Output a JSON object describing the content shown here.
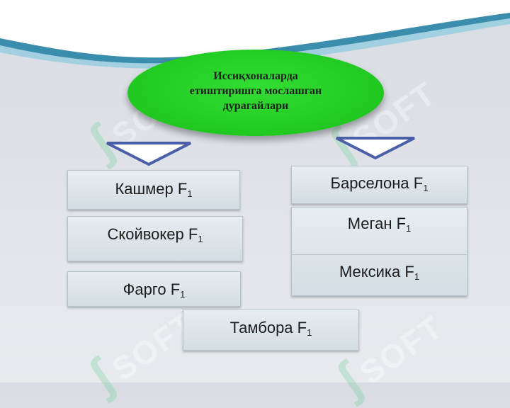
{
  "title": "Иссиқхоналарда\nетиштиришга мослашган\nдурагайлари",
  "watermark": "SOFT",
  "colors": {
    "oval": "#22cc22",
    "arrow_outline": "#4b5fa8",
    "box": "#dfe6ea",
    "wave": "#2a8fb0"
  },
  "left_group": [
    {
      "name": "Кашмер F",
      "sub": "1"
    },
    {
      "name": "Скойвокер F",
      "sub": "1"
    },
    {
      "name": "Фарго F",
      "sub": "1"
    }
  ],
  "right_group": [
    {
      "name": "Барселона F",
      "sub": "1"
    },
    {
      "name": "Меган F",
      "sub": "1"
    },
    {
      "name": "Мексика F",
      "sub": "1"
    }
  ],
  "bottom_item": {
    "name": "Тамбора F",
    "sub": "1"
  }
}
